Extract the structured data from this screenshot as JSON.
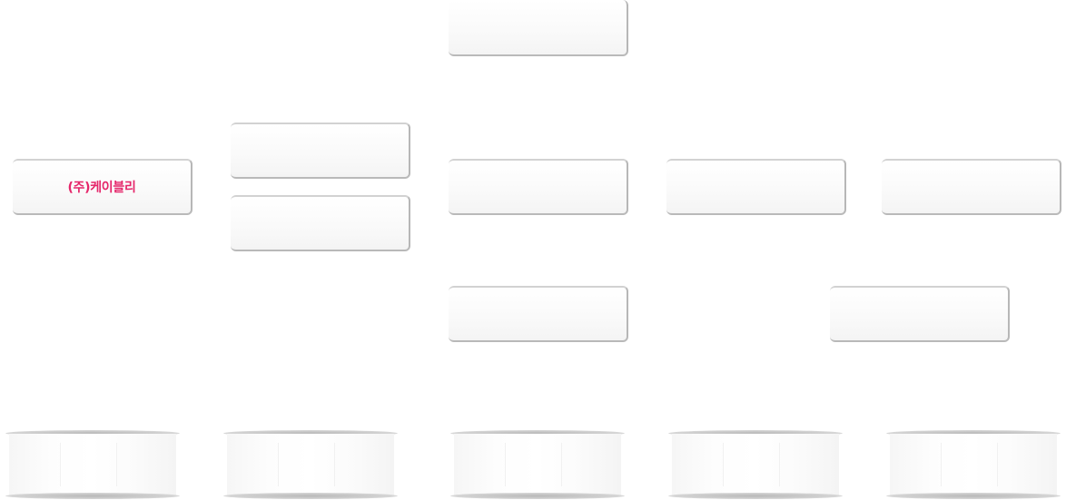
{
  "diagram": {
    "root": {
      "label": "(주)케이블리"
    },
    "empty_nodes": [
      {
        "id": "node-top-center"
      },
      {
        "id": "node-second-col-upper"
      },
      {
        "id": "node-second-col-lower"
      },
      {
        "id": "node-center-middle"
      },
      {
        "id": "node-fourth-col"
      },
      {
        "id": "node-fifth-col"
      },
      {
        "id": "node-center-lower"
      },
      {
        "id": "node-right-lower"
      }
    ],
    "pillars": [
      {
        "id": "pillar-1"
      },
      {
        "id": "pillar-2"
      },
      {
        "id": "pillar-3"
      },
      {
        "id": "pillar-4"
      },
      {
        "id": "pillar-5"
      }
    ],
    "colors": {
      "accent": "#e5266a",
      "box_border": "#b7b7b7",
      "pillar_cap": "#c4c4c4"
    }
  }
}
